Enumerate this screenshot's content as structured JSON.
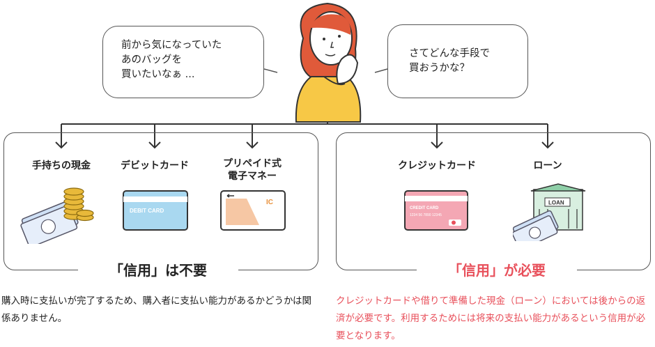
{
  "bubbles": {
    "left": [
      "前から気になっていた",
      "あのバッグを",
      "買いたいなぁ ..."
    ],
    "right": [
      "さてどんな手段で",
      "買おうかな？"
    ]
  },
  "no_credit": {
    "title": "「信用」は不要",
    "items": [
      "手持ちの現金",
      "デビットカード",
      "プリペイド式\n電子マネー"
    ],
    "description": "購入時に支払いが完了するため、購入者に支払い能力があるかどうかは関係ありません。"
  },
  "credit": {
    "title": "「信用」が必要",
    "items": [
      "クレジットカード",
      "ローン"
    ],
    "description": "クレジットカードや借りて準備した現金（ローン）においては後からの返済が必要です。利用するためには将来の支払い能力があるという信用が必要となります。"
  },
  "card_labels": {
    "debit": "DEBIT CARD",
    "prepaid_chip": "IC",
    "credit": "CREDIT CARD",
    "credit_number": "1234  56 7890  12345",
    "loan_sign": "LOAN"
  },
  "colors": {
    "accent_red": "#e8505b",
    "debit_blue": "#a9d8f0",
    "credit_pink": "#f4a7b4",
    "sweater_yellow": "#f7c846",
    "hair_red": "#e05a3a"
  }
}
